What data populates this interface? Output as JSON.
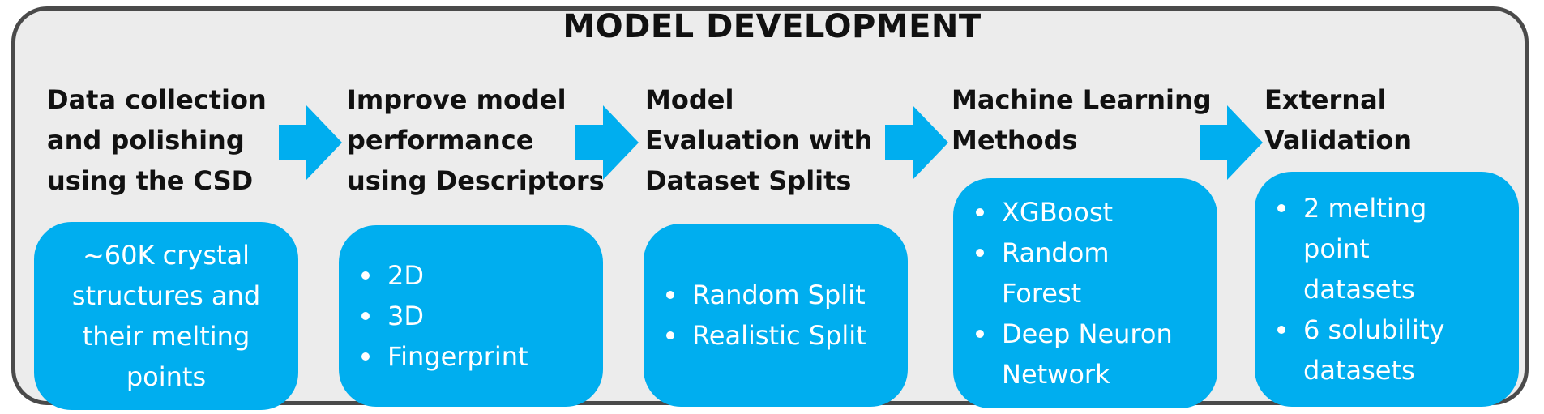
{
  "title": "MODEL DEVELOPMENT",
  "colors": {
    "accent": "#00aeef",
    "frame": "#4a4a4a",
    "background": "#ececec",
    "text": "#111111"
  },
  "stages": [
    {
      "title": "Data collection\nand polishing\nusing the CSD",
      "box_text": "~60K crystal\nstructures and\ntheir melting\npoints"
    },
    {
      "title": "Improve model\nperformance\nusing Descriptors",
      "items": [
        "2D",
        "3D",
        "Fingerprint"
      ]
    },
    {
      "title": "Model\nEvaluation with\nDataset Splits",
      "items": [
        "Random Split",
        "Realistic Split"
      ]
    },
    {
      "title": "Machine Learning\nMethods",
      "items": [
        "XGBoost",
        "Random\nForest",
        "Deep Neuron\nNetwork"
      ]
    },
    {
      "title": "External\nValidation",
      "items": [
        "2 melting\npoint\ndatasets",
        "6 solubility\ndatasets"
      ]
    }
  ],
  "arrow_icon": "right-arrow-icon"
}
